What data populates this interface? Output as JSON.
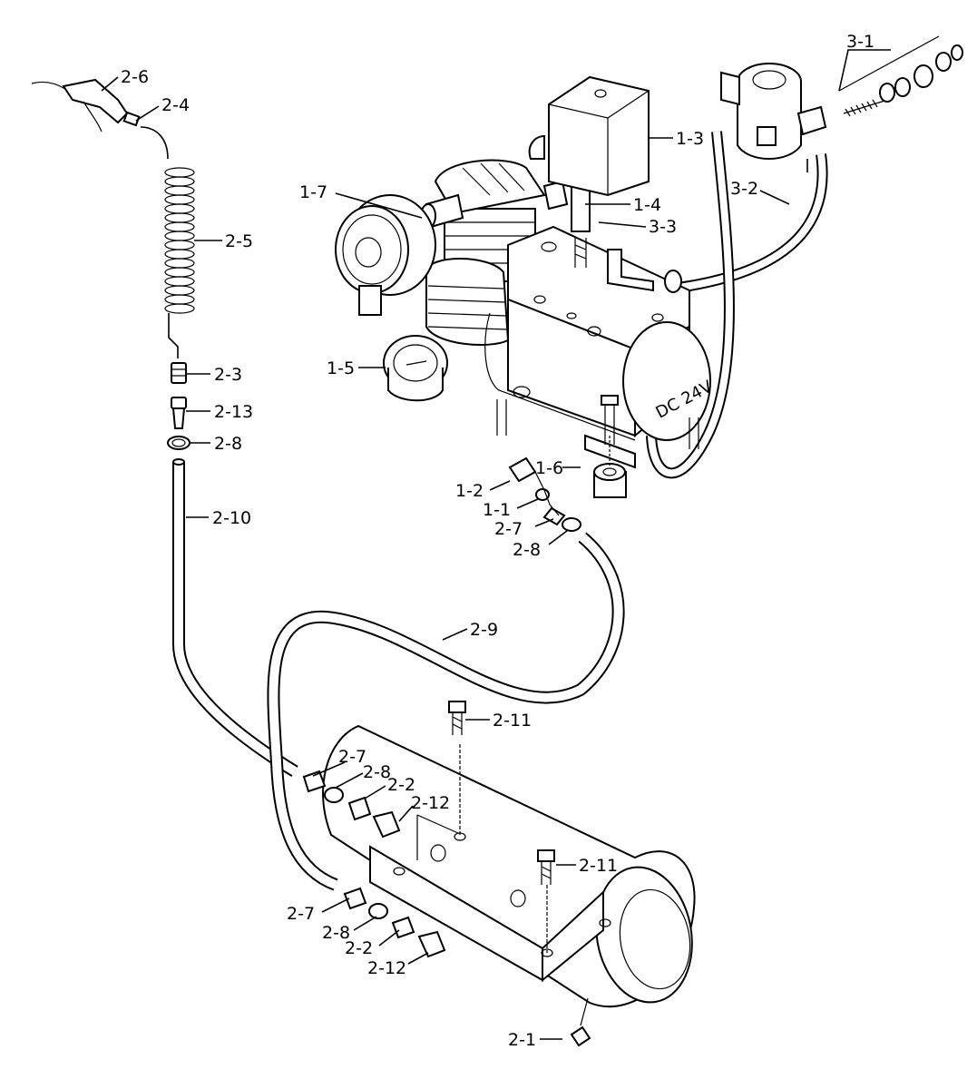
{
  "motor": {
    "voltage_stamp": "DC 24V"
  },
  "labels": [
    {
      "id": "l-3-1",
      "text": "3-1"
    },
    {
      "id": "l-2-6",
      "text": "2-6"
    },
    {
      "id": "l-2-4",
      "text": "2-4"
    },
    {
      "id": "l-1-3",
      "text": "1-3"
    },
    {
      "id": "l-3-2",
      "text": "3-2"
    },
    {
      "id": "l-1-7",
      "text": "1-7"
    },
    {
      "id": "l-1-4",
      "text": "1-4"
    },
    {
      "id": "l-3-3",
      "text": "3-3"
    },
    {
      "id": "l-2-5",
      "text": "2-5"
    },
    {
      "id": "l-1-5",
      "text": "1-5"
    },
    {
      "id": "l-2-3",
      "text": "2-3"
    },
    {
      "id": "l-2-13",
      "text": "2-13"
    },
    {
      "id": "l-2-8a",
      "text": "2-8"
    },
    {
      "id": "l-1-6",
      "text": "1-6"
    },
    {
      "id": "l-1-2",
      "text": "1-2"
    },
    {
      "id": "l-1-1",
      "text": "1-1"
    },
    {
      "id": "l-2-10",
      "text": "2-10"
    },
    {
      "id": "l-2-7a",
      "text": "2-7"
    },
    {
      "id": "l-2-8b",
      "text": "2-8"
    },
    {
      "id": "l-2-9",
      "text": "2-9"
    },
    {
      "id": "l-2-11a",
      "text": "2-11"
    },
    {
      "id": "l-2-7b",
      "text": "2-7"
    },
    {
      "id": "l-2-8c",
      "text": "2-8"
    },
    {
      "id": "l-2-2a",
      "text": "2-2"
    },
    {
      "id": "l-2-12a",
      "text": "2-12"
    },
    {
      "id": "l-2-11b",
      "text": "2-11"
    },
    {
      "id": "l-2-7c",
      "text": "2-7"
    },
    {
      "id": "l-2-8d",
      "text": "2-8"
    },
    {
      "id": "l-2-2b",
      "text": "2-2"
    },
    {
      "id": "l-2-12b",
      "text": "2-12"
    },
    {
      "id": "l-2-1",
      "text": "2-1"
    }
  ]
}
